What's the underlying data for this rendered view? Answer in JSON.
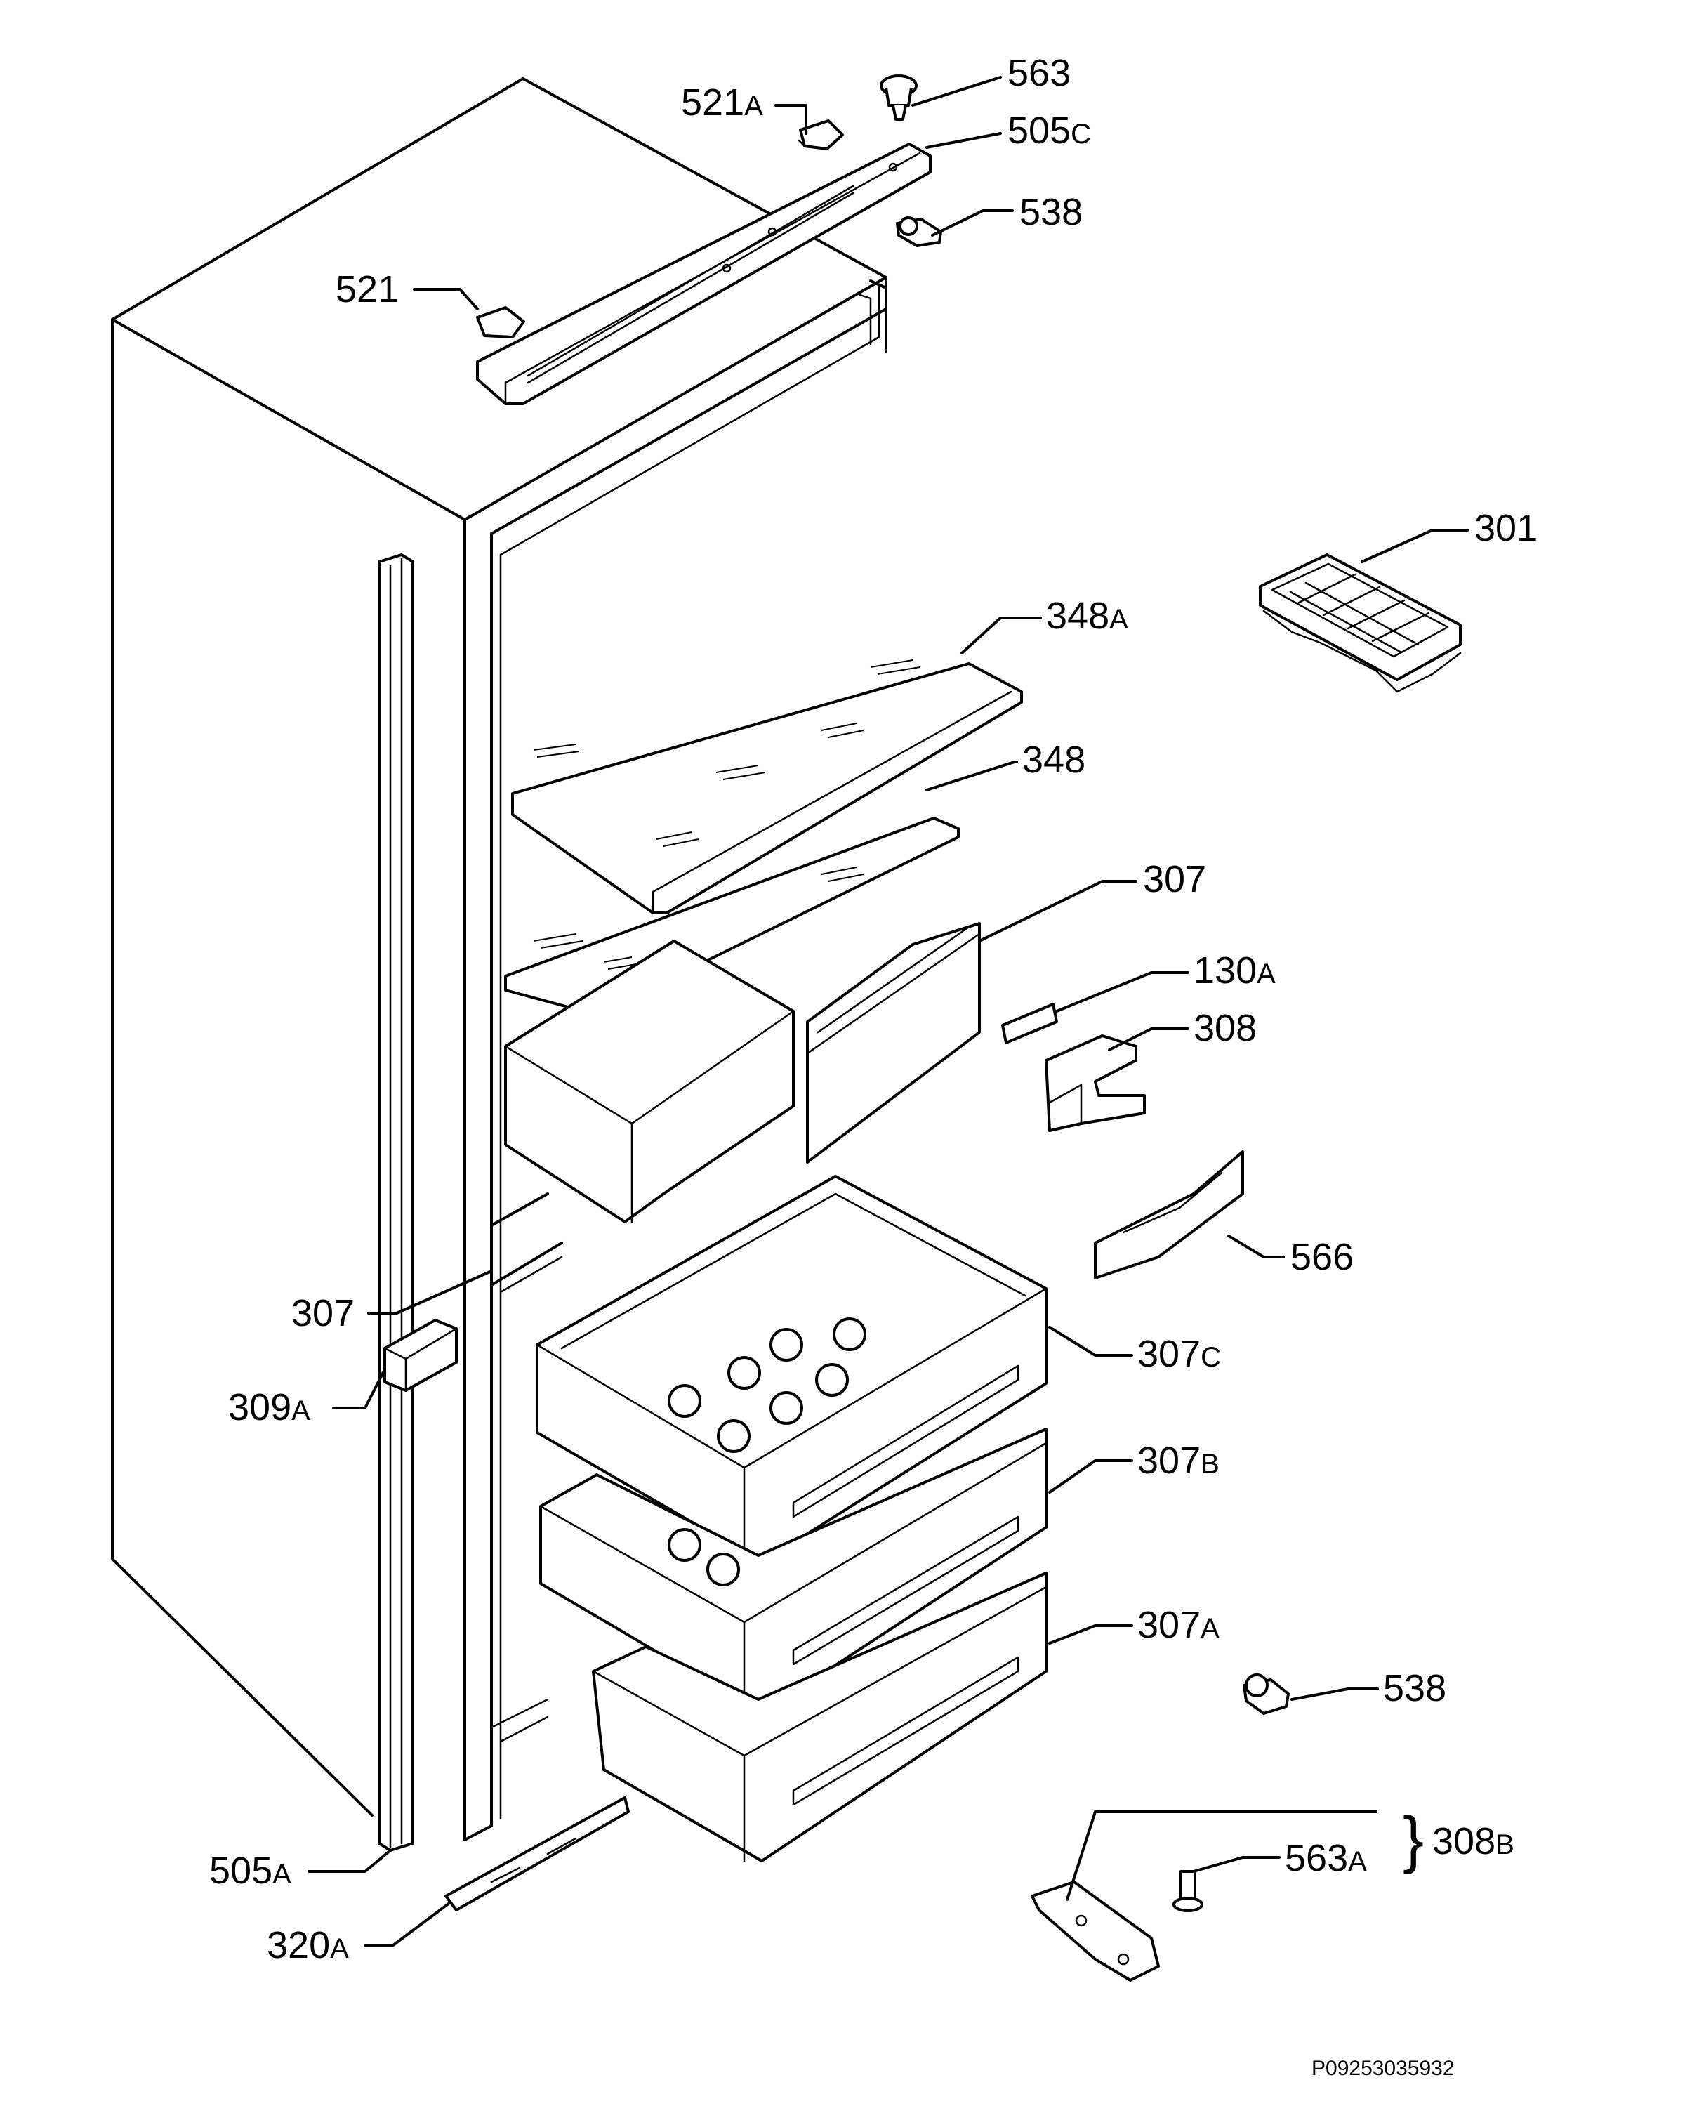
{
  "image_code": "P09253035932",
  "callouts": [
    {
      "id": "563",
      "num": "563",
      "sfx": ""
    },
    {
      "id": "521a",
      "num": "521",
      "sfx": "A"
    },
    {
      "id": "505c",
      "num": "505",
      "sfx": "C"
    },
    {
      "id": "538t",
      "num": "538",
      "sfx": ""
    },
    {
      "id": "521",
      "num": "521",
      "sfx": ""
    },
    {
      "id": "301",
      "num": "301",
      "sfx": ""
    },
    {
      "id": "348a",
      "num": "348",
      "sfx": "A"
    },
    {
      "id": "348",
      "num": "348",
      "sfx": ""
    },
    {
      "id": "307t",
      "num": "307",
      "sfx": ""
    },
    {
      "id": "130a",
      "num": "130",
      "sfx": "A"
    },
    {
      "id": "308",
      "num": "308",
      "sfx": ""
    },
    {
      "id": "566",
      "num": "566",
      "sfx": ""
    },
    {
      "id": "307l",
      "num": "307",
      "sfx": ""
    },
    {
      "id": "307c",
      "num": "307",
      "sfx": "C"
    },
    {
      "id": "309a",
      "num": "309",
      "sfx": "A"
    },
    {
      "id": "307b",
      "num": "307",
      "sfx": "B"
    },
    {
      "id": "307a",
      "num": "307",
      "sfx": "A"
    },
    {
      "id": "538b",
      "num": "538",
      "sfx": ""
    },
    {
      "id": "308b",
      "num": "308",
      "sfx": "B"
    },
    {
      "id": "563a",
      "num": "563",
      "sfx": "A"
    },
    {
      "id": "505a",
      "num": "505",
      "sfx": "A"
    },
    {
      "id": "320a",
      "num": "320",
      "sfx": "A"
    }
  ]
}
